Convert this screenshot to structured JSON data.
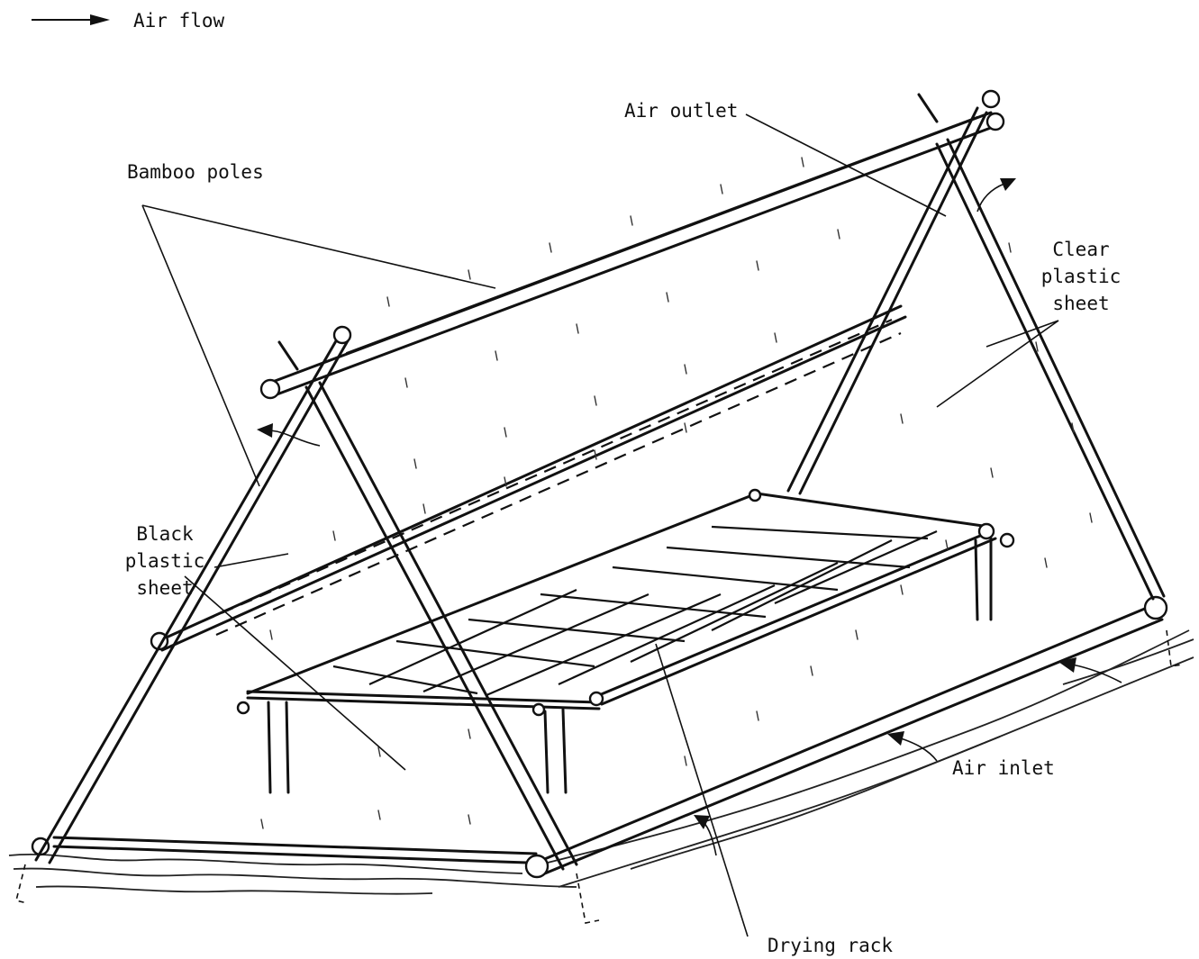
{
  "legend": {
    "airflow_label": "Air flow",
    "arrow_icon": "right-arrow-icon"
  },
  "labels": {
    "air_outlet": "Air outlet",
    "bamboo_poles": "Bamboo poles",
    "clear_plastic_sheet": [
      "Clear",
      "plastic",
      "sheet"
    ],
    "black_plastic_sheet": [
      "Black",
      "plastic",
      "sheet"
    ],
    "air_inlet": "Air inlet",
    "drying_rack": "Drying rack"
  },
  "colors": {
    "ink": "#111111",
    "background": "#ffffff"
  }
}
